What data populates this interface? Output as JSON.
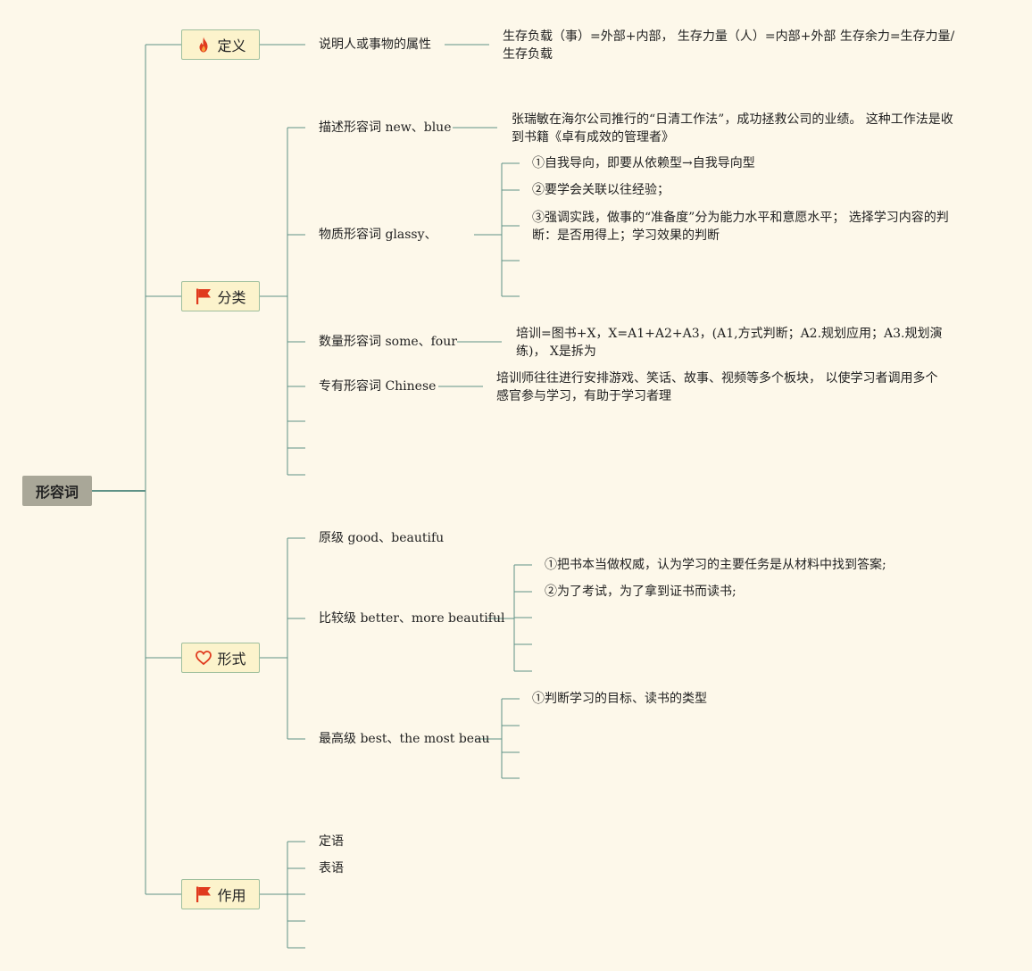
{
  "root": {
    "label": "形容词"
  },
  "categories": [
    {
      "key": "definition",
      "label": "定义",
      "icon": "fire-icon",
      "children": [
        {
          "label": "说明人或事物的属性",
          "details": [
            "生存负载（事）=外部+内部， 生存力量（人）=内部+外部 生存余力=生存力量/生存负载"
          ]
        }
      ]
    },
    {
      "key": "classification",
      "label": "分类",
      "icon": "flag-icon",
      "children": [
        {
          "label": "描述形容词 new、blue",
          "details": [
            "张瑞敏在海尔公司推行的“日清工作法”，成功拯救公司的业绩。 这种工作法是收到书籍《卓有成效的管理者》"
          ]
        },
        {
          "label": "物质形容词 glassy、",
          "details": [
            "①自我导向，即要从依赖型→自我导向型",
            "②要学会关联以往经验；",
            "③强调实践，做事的“准备度”分为能力水平和意愿水平； 选择学习内容的判断：是否用得上；学习效果的判断",
            "",
            ""
          ]
        },
        {
          "label": "数量形容词 some、four",
          "details": [
            "培训=图书+X，X=A1+A2+A3，(A1,方式判断；A2.规划应用；A3.规划演练)， X是拆为"
          ]
        },
        {
          "label": "专有形容词 Chinese",
          "details": [
            "培训师往往进行安排游戏、笑话、故事、视频等多个板块， 以使学习者调用多个感官参与学习，有助于学习者理"
          ]
        },
        {
          "label": "",
          "details": []
        },
        {
          "label": "",
          "details": []
        },
        {
          "label": "",
          "details": []
        }
      ]
    },
    {
      "key": "forms",
      "label": "形式",
      "icon": "heart-icon",
      "children": [
        {
          "label": "原级 good、beautifu",
          "details": []
        },
        {
          "label": "比较级 better、more beautiful",
          "details": [
            "①把书本当做权威，认为学习的主要任务是从材料中找到答案;",
            "②为了考试，为了拿到证书而读书;",
            "",
            "",
            ""
          ]
        },
        {
          "label": "最高级 best、the most beau",
          "details": [
            "①判断学习的目标、读书的类型",
            "",
            "",
            ""
          ]
        }
      ]
    },
    {
      "key": "usage",
      "label": "作用",
      "icon": "flag-icon",
      "children": [
        {
          "label": "定语",
          "details": []
        },
        {
          "label": "表语",
          "details": []
        },
        {
          "label": "",
          "details": []
        },
        {
          "label": "",
          "details": []
        },
        {
          "label": "",
          "details": []
        }
      ]
    }
  ],
  "colors": {
    "background": "#fdf8ea",
    "line": "#5f9287",
    "root_fill": "#a9a798",
    "category_fill": "#fcf3cc",
    "category_border": "#9fbf9d",
    "icon_red": "#e03a1e"
  }
}
